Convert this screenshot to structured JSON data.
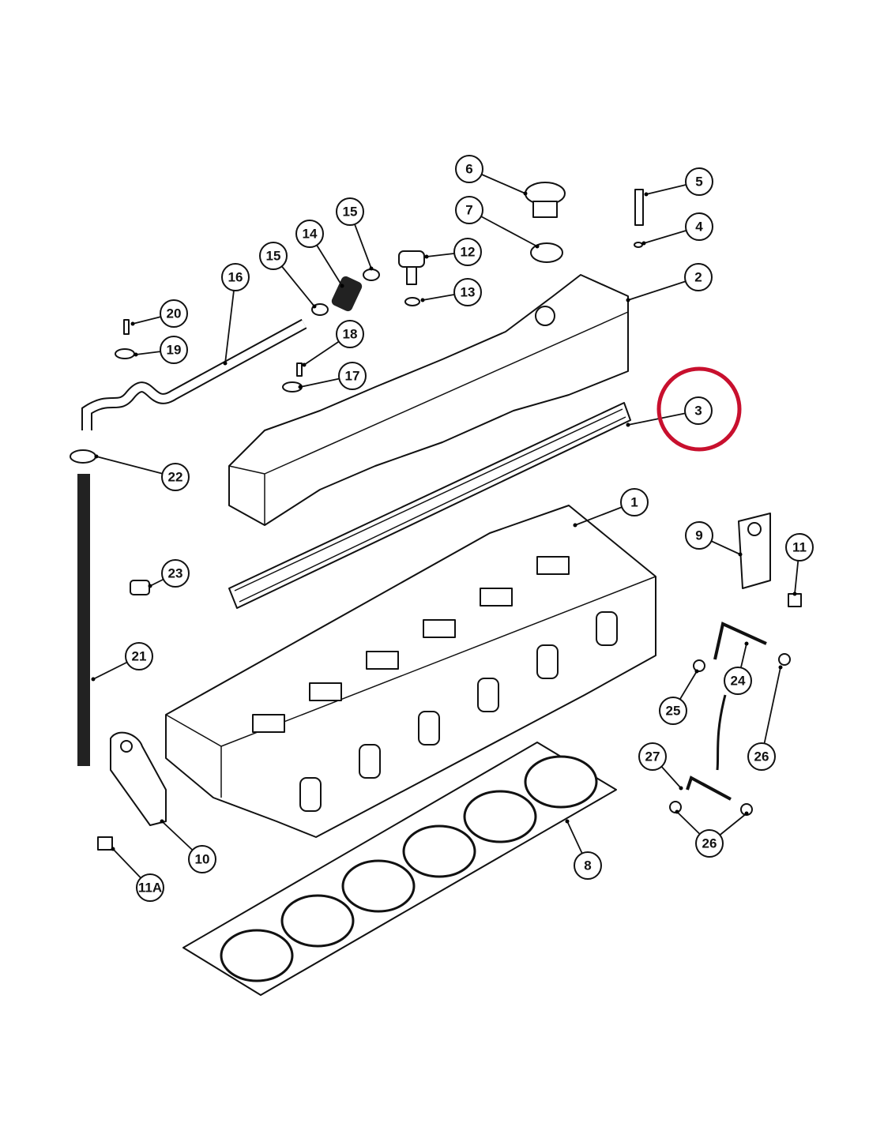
{
  "diagram": {
    "title": "",
    "highlight_color": "#c8102e",
    "highlighted_callout": "3",
    "callouts": [
      {
        "id": "c6",
        "label": "6"
      },
      {
        "id": "c7",
        "label": "7"
      },
      {
        "id": "c5",
        "label": "5"
      },
      {
        "id": "c4",
        "label": "4"
      },
      {
        "id": "c2",
        "label": "2"
      },
      {
        "id": "c12",
        "label": "12"
      },
      {
        "id": "c13",
        "label": "13"
      },
      {
        "id": "c15a",
        "label": "15"
      },
      {
        "id": "c14",
        "label": "14"
      },
      {
        "id": "c15b",
        "label": "15"
      },
      {
        "id": "c16",
        "label": "16"
      },
      {
        "id": "c20",
        "label": "20"
      },
      {
        "id": "c19",
        "label": "19"
      },
      {
        "id": "c18",
        "label": "18"
      },
      {
        "id": "c17",
        "label": "17"
      },
      {
        "id": "c3",
        "label": "3"
      },
      {
        "id": "c22",
        "label": "22"
      },
      {
        "id": "c1",
        "label": "1"
      },
      {
        "id": "c9",
        "label": "9"
      },
      {
        "id": "c11",
        "label": "11"
      },
      {
        "id": "c23",
        "label": "23"
      },
      {
        "id": "c21",
        "label": "21"
      },
      {
        "id": "c24",
        "label": "24"
      },
      {
        "id": "c25",
        "label": "25"
      },
      {
        "id": "c26a",
        "label": "26"
      },
      {
        "id": "c27",
        "label": "27"
      },
      {
        "id": "c26b",
        "label": "26"
      },
      {
        "id": "c10",
        "label": "10"
      },
      {
        "id": "c8",
        "label": "8"
      },
      {
        "id": "c11a",
        "label": "11A"
      }
    ]
  }
}
